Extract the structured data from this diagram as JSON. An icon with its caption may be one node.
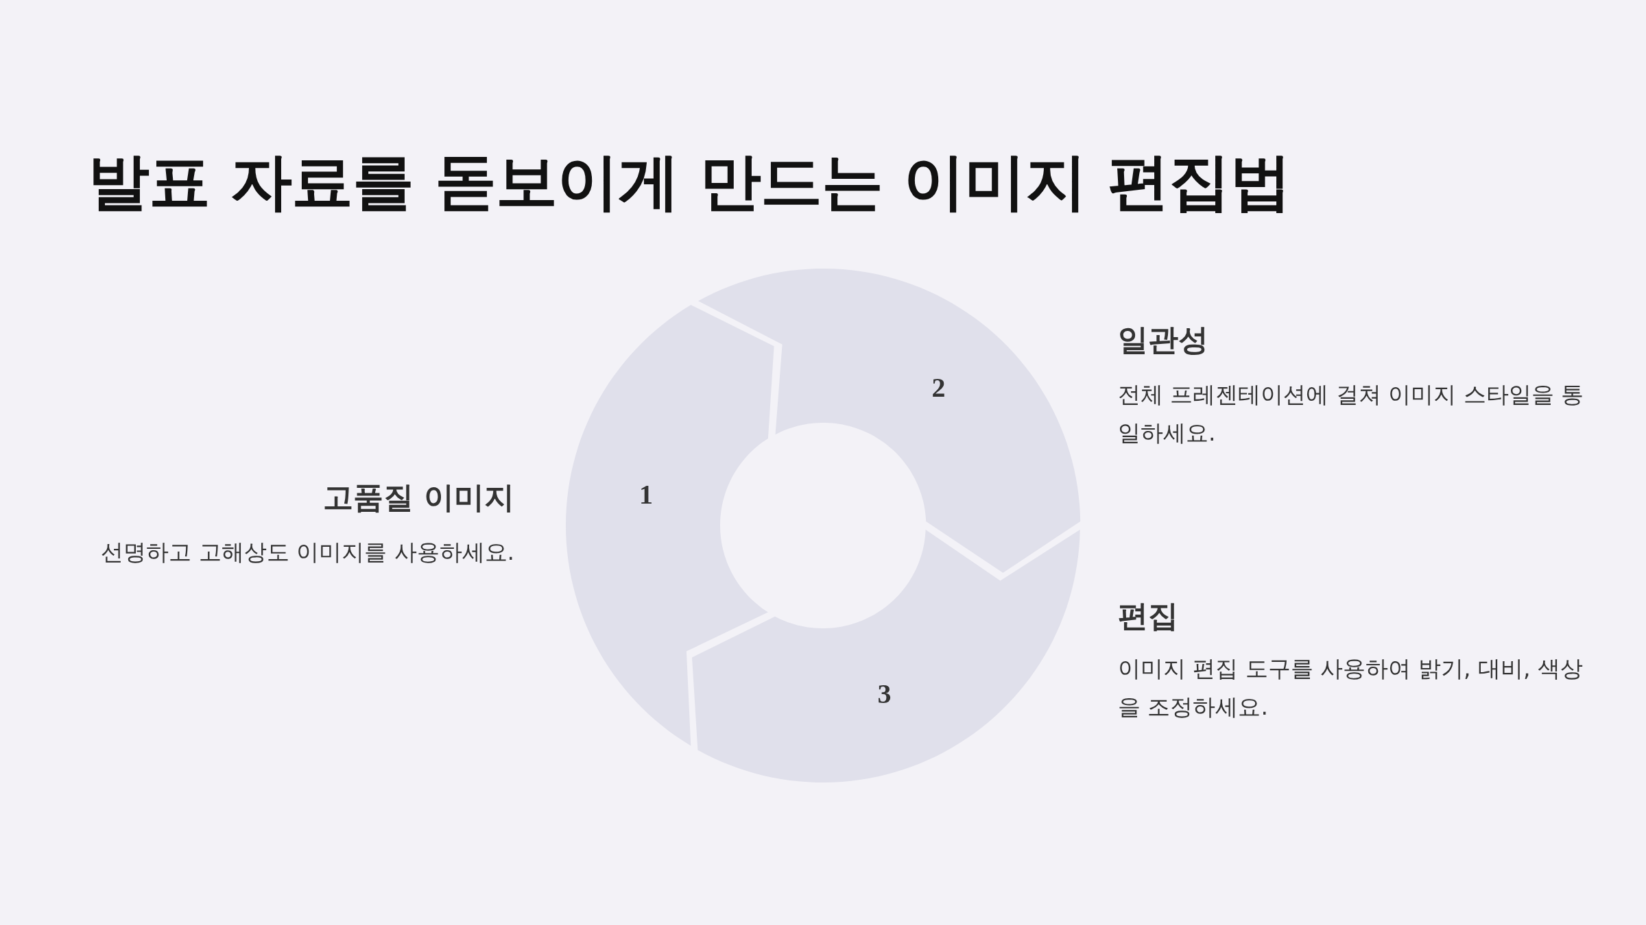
{
  "diagram": {
    "title": "발표 자료를 돋보이게 만드는 이미지 편집법",
    "nodes": [
      {
        "text": [
          "1"
        ]
      },
      {
        "text": [
          "2"
        ]
      },
      {
        "text": [
          "3"
        ]
      }
    ],
    "labels": [
      "일관성",
      "전체 프레젠테이션에 걸쳐 이미지 스타일을 통일하세요.",
      "고품질 이미지",
      "선명하고 고해상도 이미지를 사용하세요.",
      "편집",
      "이미지 편집 도구를 사용하여 밝기, 대비, 색상을 조정하세요."
    ]
  }
}
